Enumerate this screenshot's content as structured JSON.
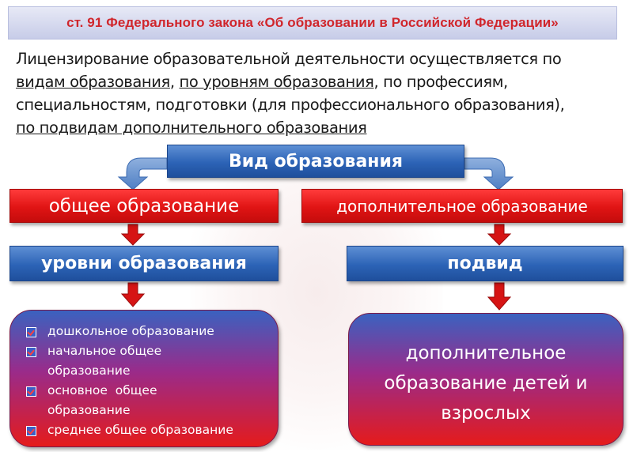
{
  "header": {
    "title": "ст. 91 Федерального закона «Об образовании в Российской Федерации»"
  },
  "intro": {
    "line1": "Лицензирование образовательной деятельности осуществляется по",
    "line2_u1": "видам образования",
    "line2_sep": ", ",
    "line2_u2": "по уровням образования",
    "line2_rest": ", по профессиям,",
    "line3": "специальностям, подготовки (для профессионального образования),",
    "line4_u": "по подвидам дополнительного образования"
  },
  "diagram": {
    "root": "Вид образования",
    "left": {
      "type": "общее образование",
      "sub": "уровни образования",
      "items": [
        "дошкольное образование",
        "начальное общее образование",
        "основное  общее образование",
        "среднее общее образование"
      ]
    },
    "right": {
      "type": "дополнительное образование",
      "sub": "подвид",
      "detail": "дополнительное образование детей и взрослых"
    }
  },
  "colors": {
    "title_text": "#d0262c",
    "blue_box": "#2c63b6",
    "red_box": "#e01414",
    "connector": "#6f95cf",
    "arrow_red": "#d61414"
  }
}
